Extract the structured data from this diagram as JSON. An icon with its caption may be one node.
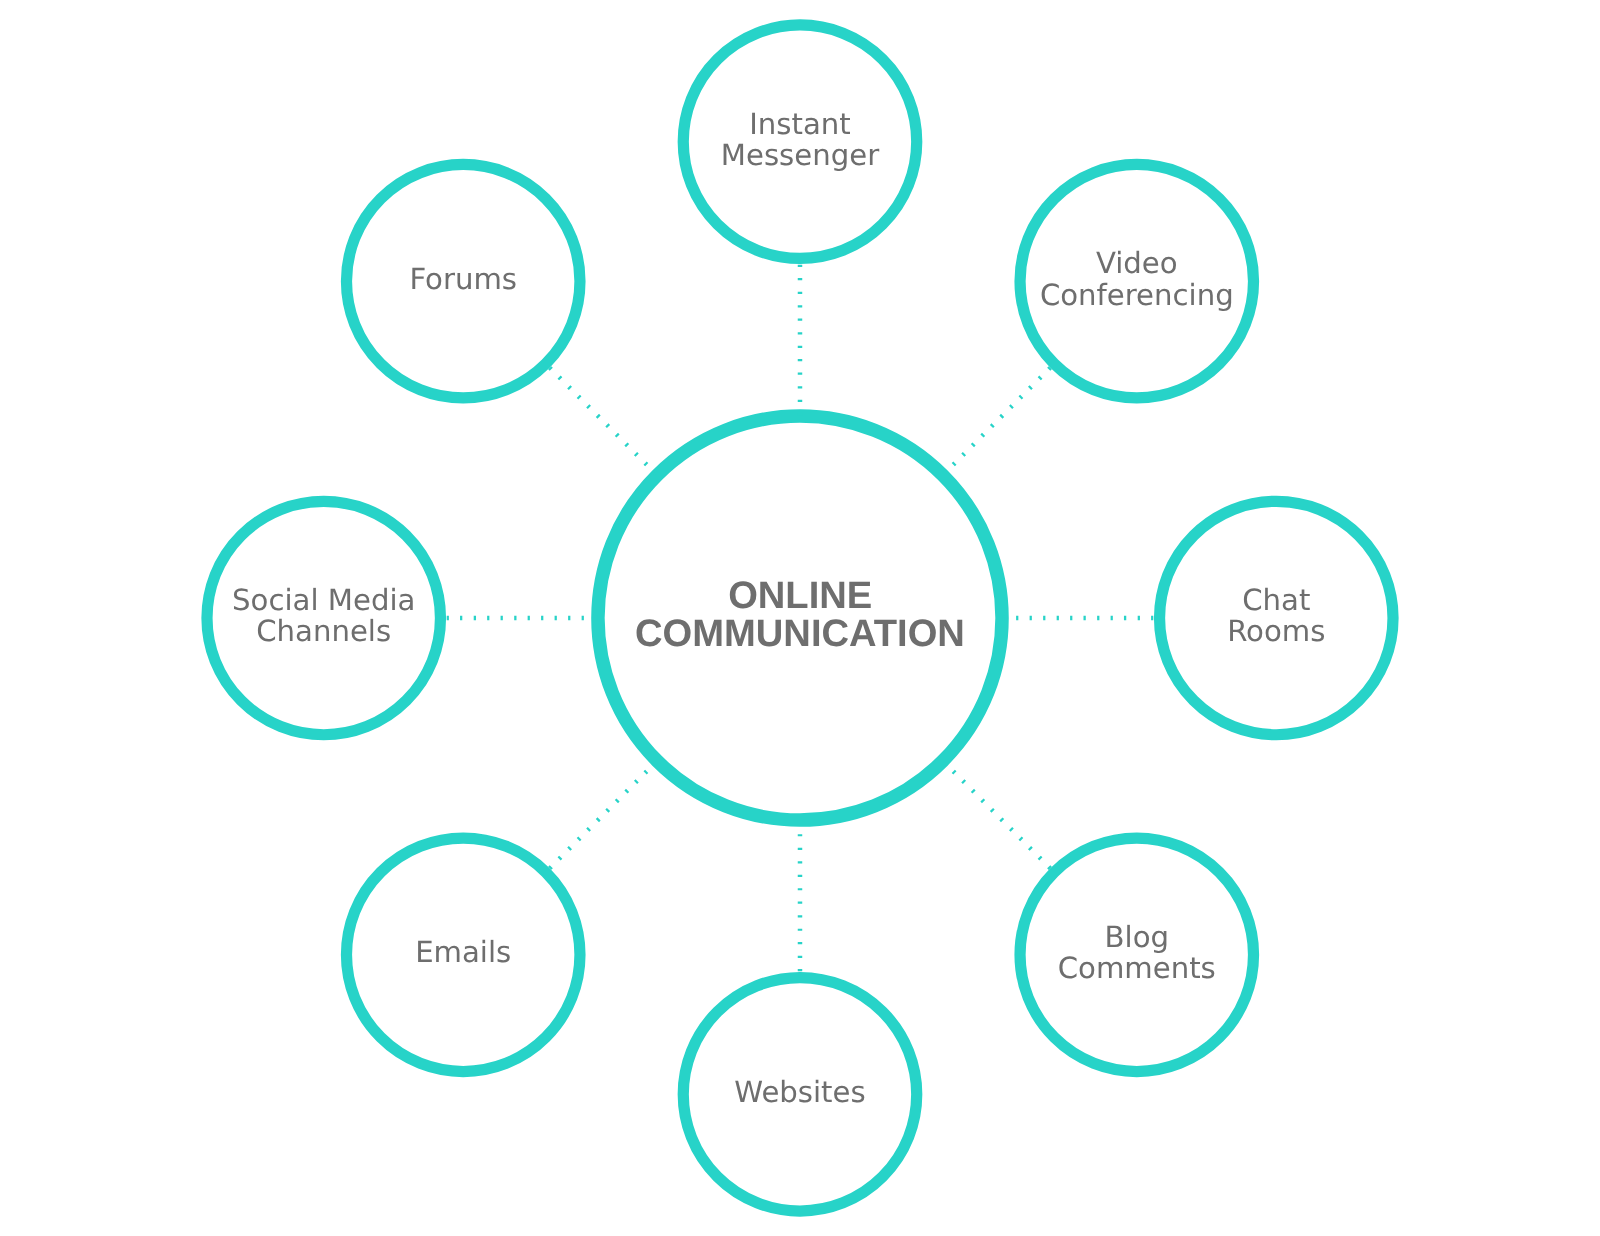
{
  "diagram": {
    "nodes": [
      {
        "text": [
          "Instant Messenger"
        ]
      },
      {
        "text": [
          "Forums"
        ]
      },
      {
        "text": [
          "Video Conferencing"
        ]
      },
      {
        "text": [
          "ONLINE COMMUNICATION"
        ]
      },
      {
        "text": [
          "Social Media Channels"
        ]
      },
      {
        "text": [
          "Chat Rooms"
        ]
      },
      {
        "text": [
          "Emails"
        ]
      },
      {
        "text": [
          "Blog Comments"
        ]
      },
      {
        "text": [
          "Websites"
        ]
      }
    ],
    "edges": [
      {
        "from": 3,
        "to": 0,
        "arrow": "none"
      },
      {
        "from": 3,
        "to": 2,
        "arrow": "none"
      },
      {
        "from": 3,
        "to": 5,
        "arrow": "none"
      },
      {
        "from": 3,
        "to": 7,
        "arrow": "none"
      },
      {
        "from": 3,
        "to": 8,
        "arrow": "none"
      },
      {
        "from": 3,
        "to": 6,
        "arrow": "none"
      },
      {
        "from": 3,
        "to": 4,
        "arrow": "none"
      },
      {
        "from": 3,
        "to": 1,
        "arrow": "none"
      }
    ]
  }
}
